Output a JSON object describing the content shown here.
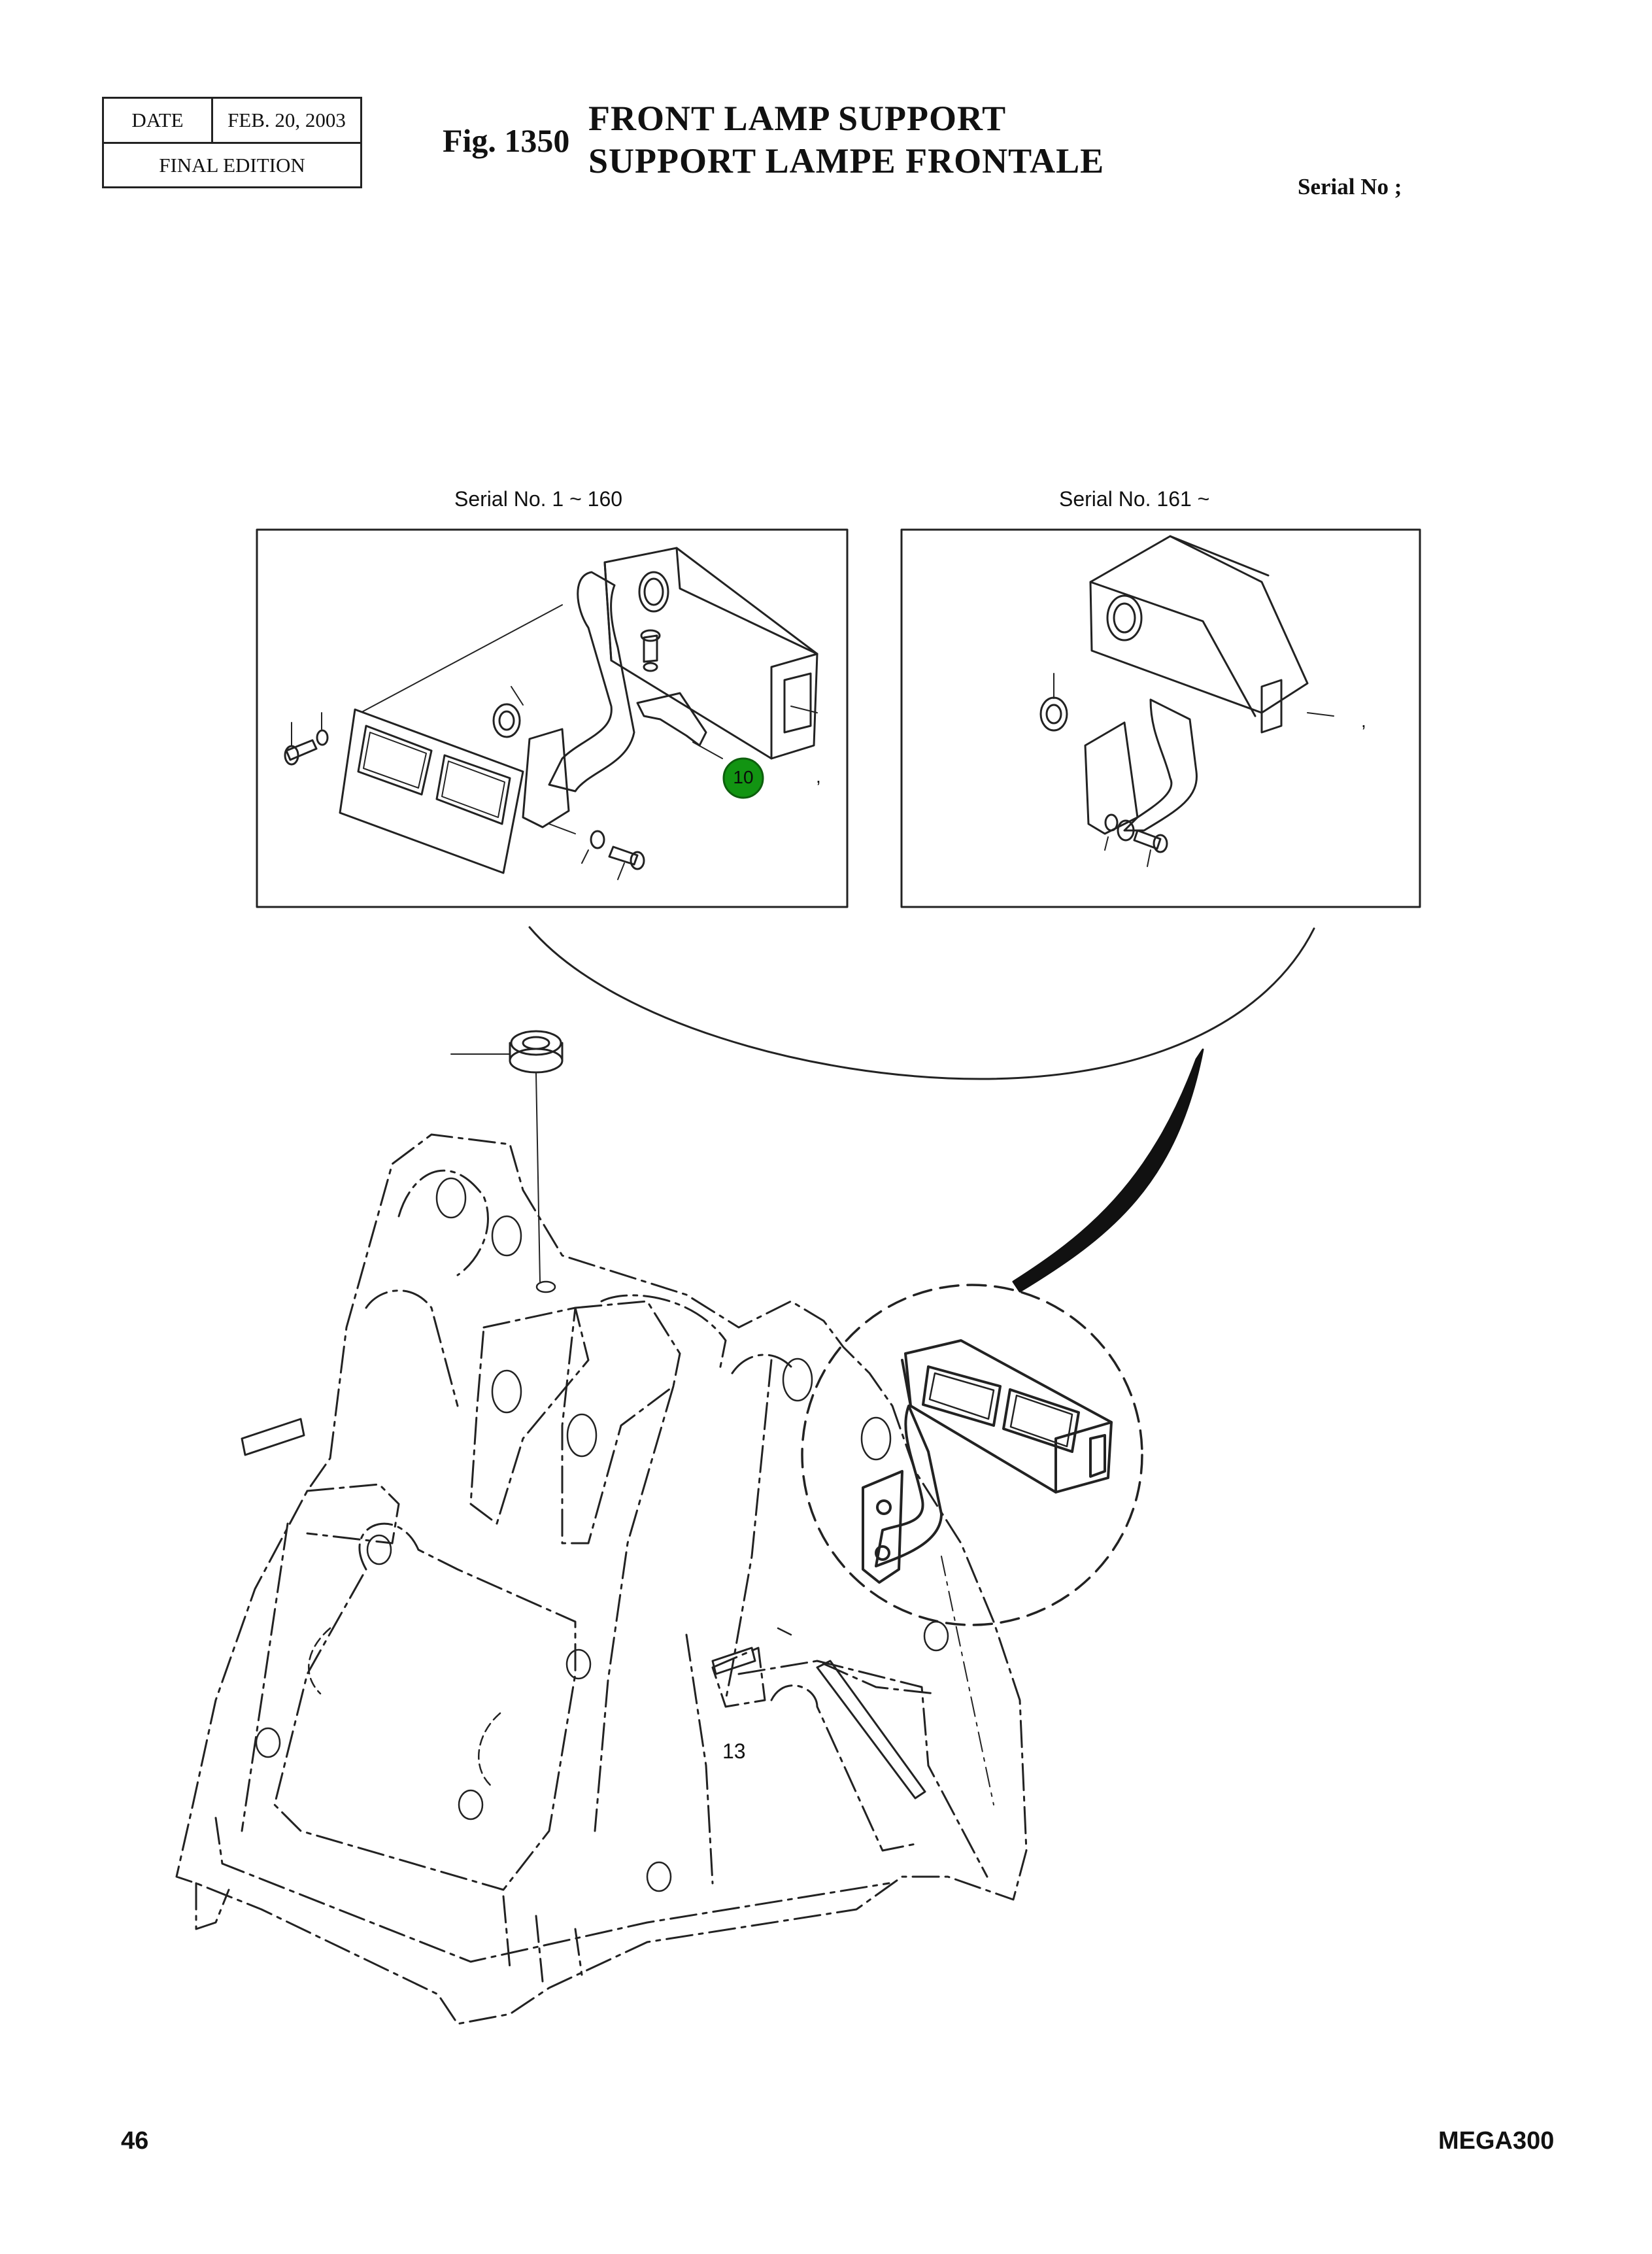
{
  "header": {
    "date_label": "DATE",
    "date_value": "FEB. 20, 2003",
    "edition": "FINAL EDITION"
  },
  "figure": {
    "number": "Fig. 1350",
    "title_en": "FRONT LAMP SUPPORT",
    "title_fr": "SUPPORT LAMPE FRONTALE",
    "serial_label": "Serial No ;"
  },
  "panels": {
    "left_caption": "Serial No. 1 ~ 160",
    "right_caption": "Serial No. 161 ~"
  },
  "callouts": {
    "highlight_number": "10",
    "highlight_color": "#129412",
    "frame_number": "13",
    "comma_left": ",",
    "comma_right": ","
  },
  "footer": {
    "page_number": "46",
    "model": "MEGA300"
  }
}
